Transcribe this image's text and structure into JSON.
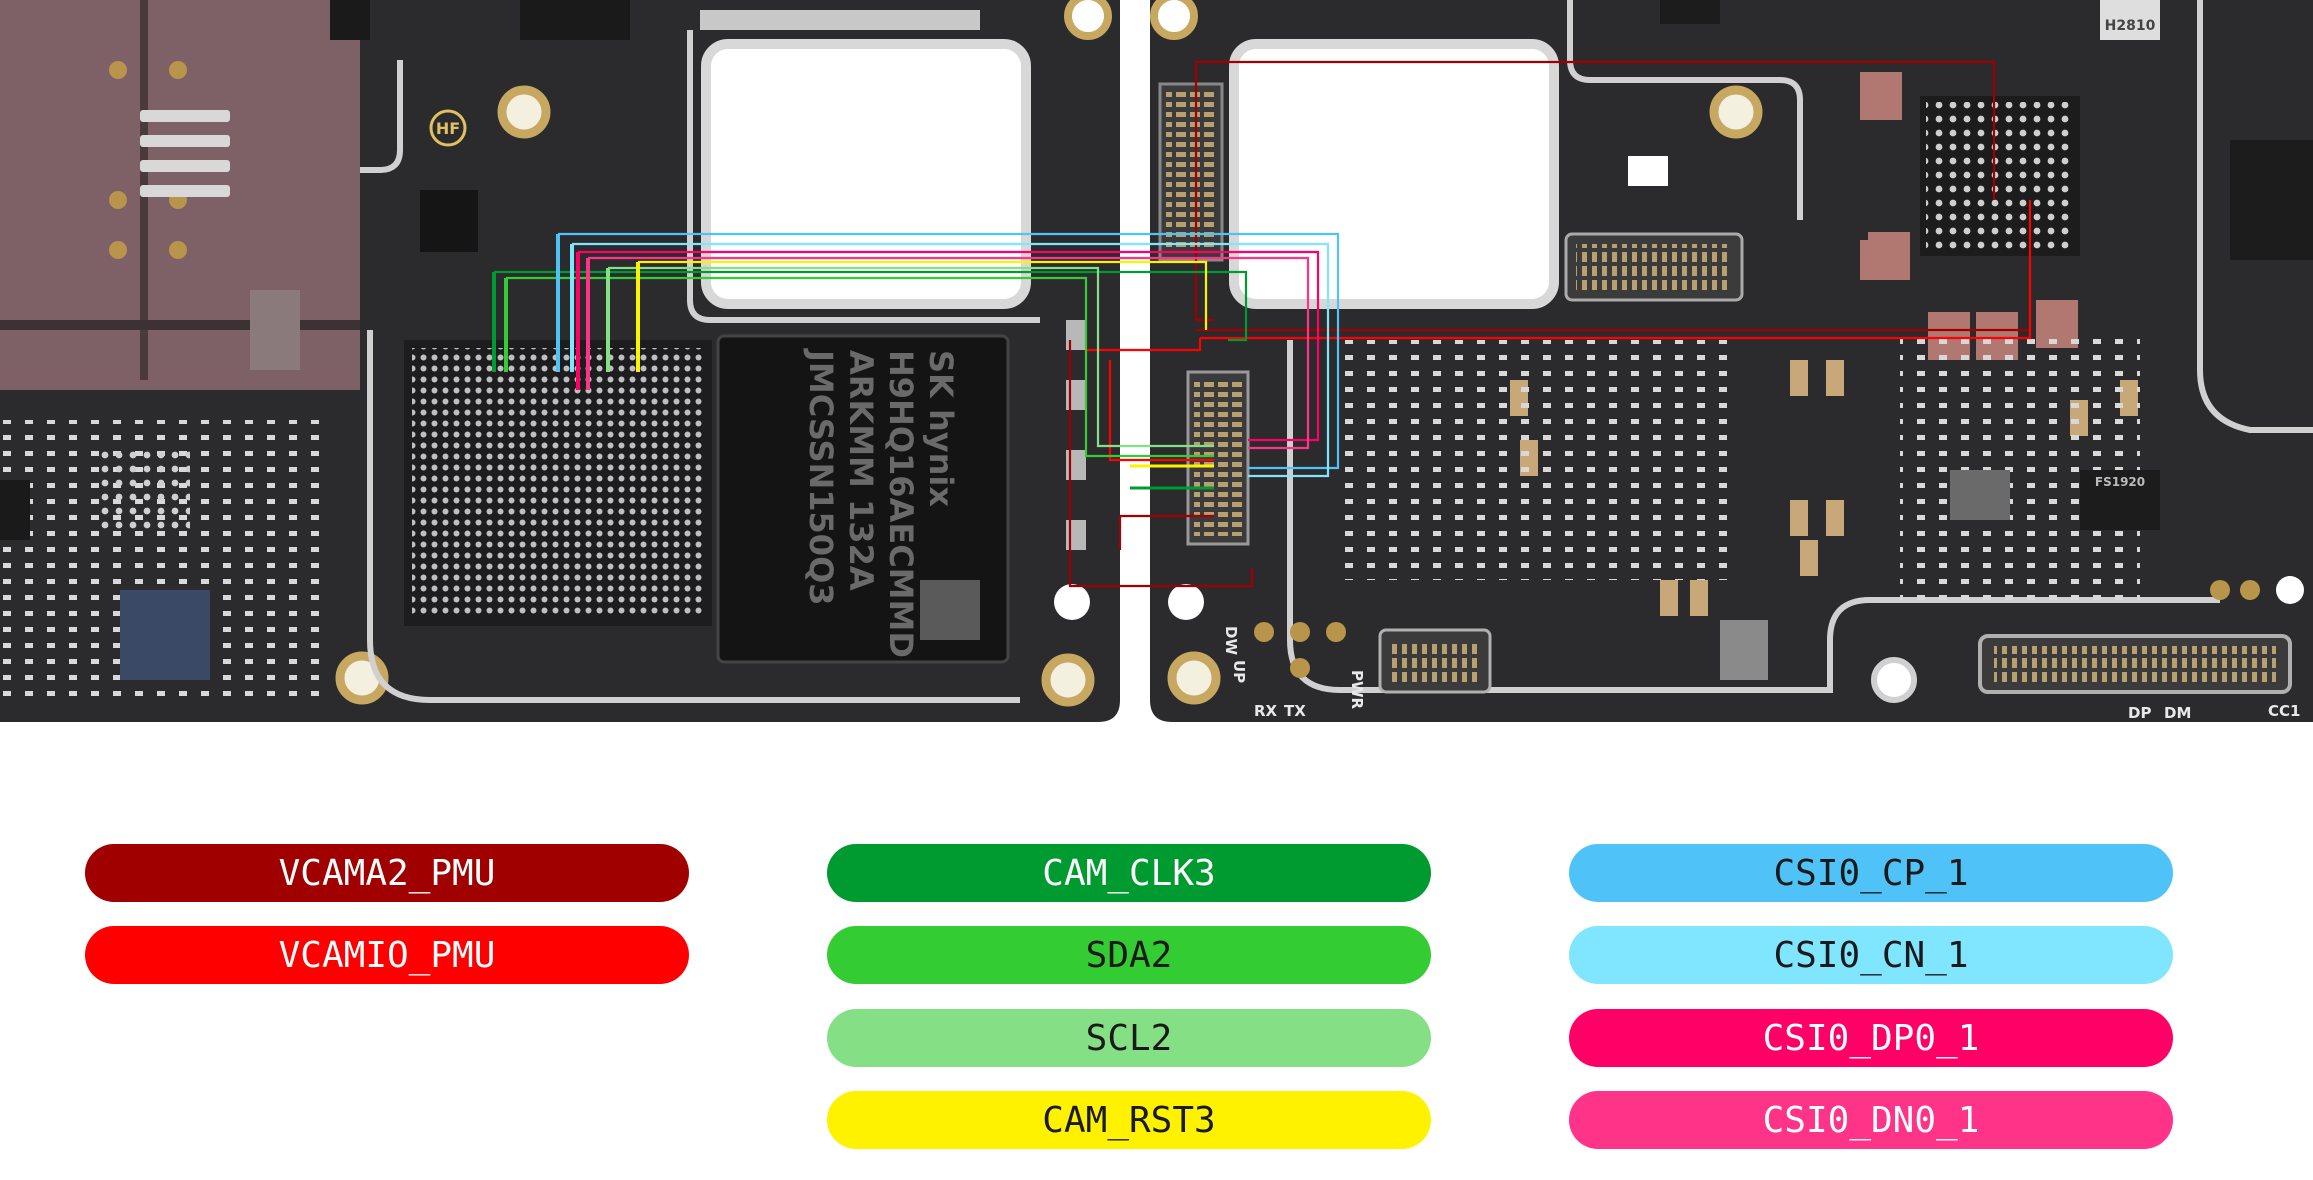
{
  "board": {
    "silkscreen": {
      "hf": "HF",
      "dw": "DW",
      "up": "UP",
      "rx": "RX",
      "tx": "TX",
      "pwr": "PWR",
      "dp": "DP",
      "dm": "DM",
      "cc1": "CC1",
      "chip_brand": "SK hynix",
      "chip_part": "H9HQ16AECMMD",
      "chip_code": "ARKMM 132A",
      "chip_lot": "JMCSSN150Q3",
      "small_chip": "H2810",
      "pmic": "FS1920"
    }
  },
  "legend": {
    "col1": [
      {
        "label": "VCAMA2_PMU",
        "color": "#a00000",
        "text_color": "#ffffff"
      },
      {
        "label": "VCAMIO_PMU",
        "color": "#ff0000",
        "text_color": "#ffffff"
      }
    ],
    "col2": [
      {
        "label": "CAM_CLK3",
        "color": "#009b30",
        "text_color": "#ffffff"
      },
      {
        "label": "SDA2",
        "color": "#33cc33",
        "text_color": "#1a1a1a"
      },
      {
        "label": "SCL2",
        "color": "#85e085",
        "text_color": "#1a1a1a"
      },
      {
        "label": "CAM_RST3",
        "color": "#fff200",
        "text_color": "#1a1a1a"
      }
    ],
    "col3": [
      {
        "label": "CSI0_CP_1",
        "color": "#4fc3f7",
        "text_color": "#1a1a1a"
      },
      {
        "label": "CSI0_CN_1",
        "color": "#80e5ff",
        "text_color": "#1a1a1a"
      },
      {
        "label": "CSI0_DP0_1",
        "color": "#ff0066",
        "text_color": "#ffffff"
      },
      {
        "label": "CSI0_DN0_1",
        "color": "#ff3388",
        "text_color": "#ffffff"
      }
    ]
  }
}
